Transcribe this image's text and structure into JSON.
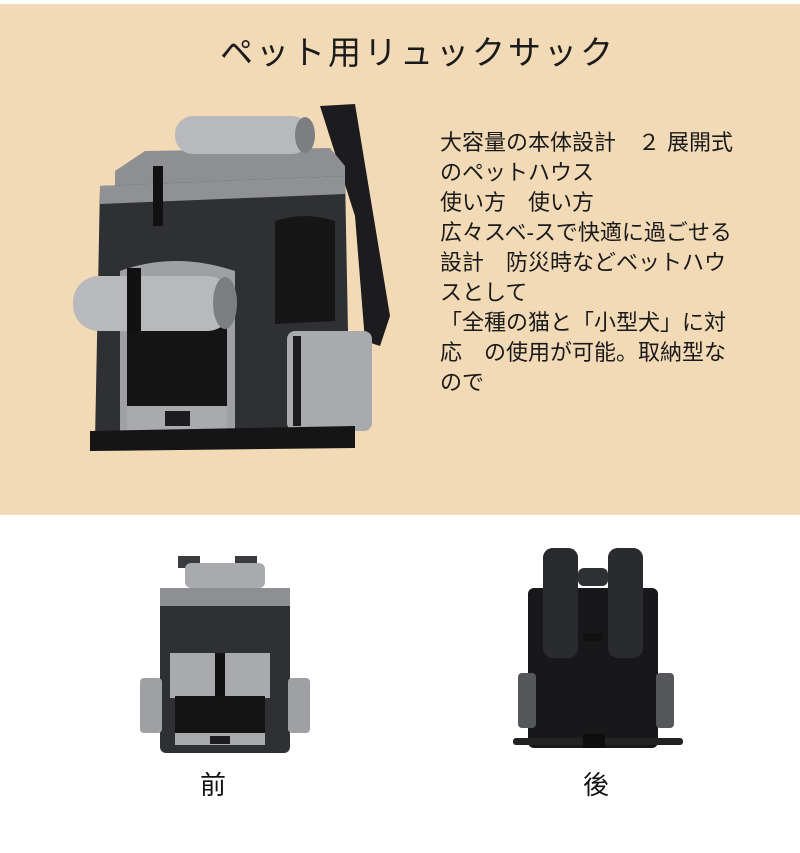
{
  "hero": {
    "title": "ペット用リュックサック",
    "background_color": "#F3DAB7",
    "description_lines": [
      "大容量の本体設計　２ 展開式",
      "のペットハウス",
      "使い方　使い方",
      "広々スベ-スで快適に過ごせる",
      "設計　防災時などベットハウ",
      "スとして",
      "「全種の猫と「小型犬」に対",
      "応　の使用が可能。取納型な",
      "ので"
    ],
    "image": {
      "icon": "pet-backpack-three-quarter-view",
      "colors": {
        "body": "#2e2f33",
        "accent": "#a9aaad"
      }
    }
  },
  "views": [
    {
      "label": "前",
      "icon": "pet-backpack-front-view"
    },
    {
      "label": "後",
      "icon": "pet-backpack-back-view"
    }
  ]
}
